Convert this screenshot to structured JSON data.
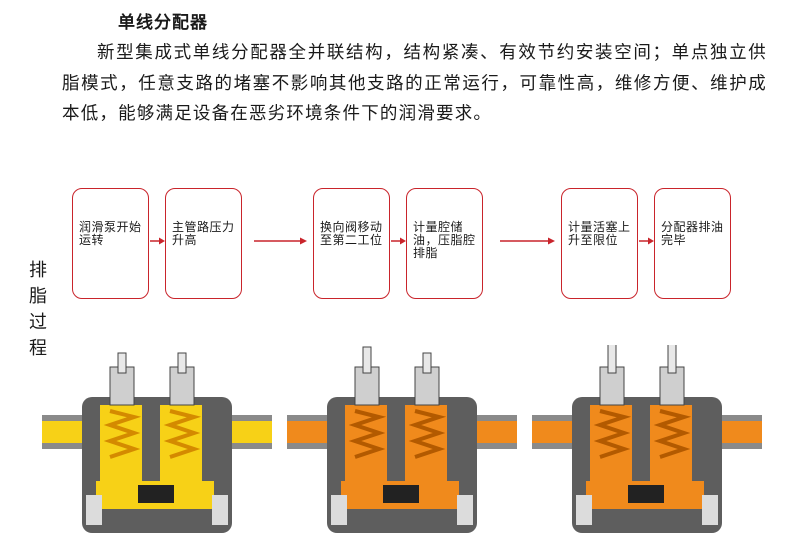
{
  "heading": "单线分配器",
  "description": "新型集成式单线分配器全并联结构，结构紧凑、有效节约安装空间；单点独立供脂模式，任意支路的堵塞不影响其他支路的正常运行，可靠性高，维修方便、维护成本低，能够满足设备在恶劣环境条件下的润滑要求。",
  "side_label": "排脂过程",
  "steps": [
    {
      "text": "润滑泵开始运转"
    },
    {
      "text": "主管路压力升高"
    },
    {
      "text": "换向阀移动至第二工位"
    },
    {
      "text": "计量腔储油，压脂腔排脂"
    },
    {
      "text": "计量活塞上升至限位"
    },
    {
      "text": "分配器排油完毕"
    }
  ],
  "colors": {
    "accent_red": "#c9242b",
    "grease_yellow": "#f7d117",
    "grease_orange": "#f08a1c",
    "body_gray": "#6b6b6b"
  },
  "illustrations": [
    {
      "name": "stage-1",
      "fill": "yellow",
      "stem_raised": false
    },
    {
      "name": "stage-2",
      "fill": "orange",
      "stem_raised": false
    },
    {
      "name": "stage-3",
      "fill": "orange",
      "stem_raised": true
    }
  ]
}
